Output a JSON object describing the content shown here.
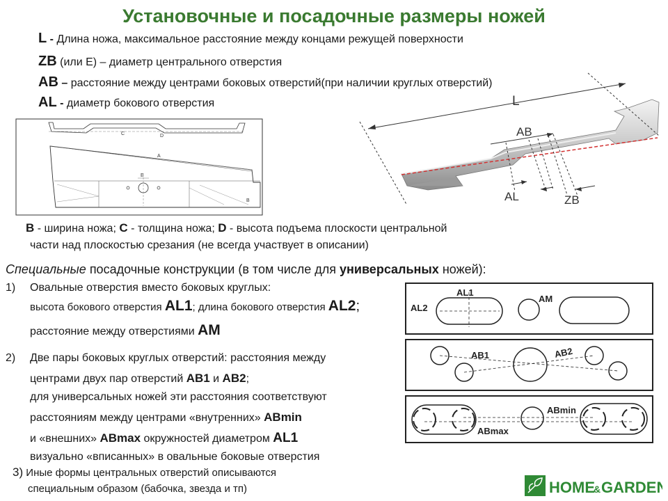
{
  "title": "Установочные и посадочные размеры ножей",
  "definitions": [
    {
      "key": "L",
      "sep": " - ",
      "text": "Длина ножа, максимальное расстояние между концами режущей поверхности"
    },
    {
      "key": "ZB",
      "sep": " (или Е) ",
      "text": "– диаметр центрального отверстия"
    },
    {
      "key": "AB",
      "sep": " – ",
      "text": "расстояние между центрами боковых отверстий(при наличии круглых отверстий)"
    },
    {
      "key": "AL",
      "sep": " - ",
      "text": "диаметр бокового отверстия"
    }
  ],
  "drawing_labels": {
    "c": "C",
    "d": "D",
    "a": "A",
    "e": "E",
    "b": "B"
  },
  "photo_labels": {
    "l": "L",
    "ab": "AB",
    "al": "AL",
    "zb": "ZB"
  },
  "bcd": {
    "b_key": "B",
    "b_text": " - ширина ножа; ",
    "c_key": "C",
    "c_text": " - толщина ножа; ",
    "d_key": "D",
    "d_text": " - высота подъема плоскости центральной",
    "line2": "части над плоскостью срезания (не всегда участвует в описании)"
  },
  "special": {
    "italic": "Специальные",
    "normal": " посадочные конструкции (в том числе для ",
    "bold": "универсальных",
    "end": " ножей):"
  },
  "item1": {
    "num": "1)",
    "line1": "Овальные отверстия вместо боковых круглых:",
    "line2_a": "высота бокового отверстия ",
    "line2_k1": "AL1",
    "line2_b": "; длина бокового отверстия ",
    "line2_k2": "AL2",
    "line2_c": ";",
    "line3_a": "расстояние между отверстиями ",
    "line3_k": "AM"
  },
  "item2": {
    "num": "2)",
    "line1": "Две пары боковых круглых отверстий: расстояния между",
    "line2_a": "центрами двух пар отверстий ",
    "line2_k1": "AB1",
    "line2_b": " и ",
    "line2_k2": "AB2",
    "line2_c": ";",
    "line3": "для универсальных ножей эти расстояния соответствуют",
    "line4_a": "расстояниям между центрами «внутренних» ",
    "line4_k": "ABmin",
    "line5_a": "и «внешних» ",
    "line5_k1": "ABmax",
    "line5_b": " окружностей диаметром ",
    "line5_k2": "AL1",
    "line6": "визуально «вписанных» в овальные боковые отверстия"
  },
  "item3": {
    "num": "3)",
    "line1": " Иные формы центральных отверстий описываются",
    "line2": "специальным образом (бабочка, звезда и тп)"
  },
  "diagram1": {
    "al1": "AL1",
    "al2": "AL2",
    "am": "AM"
  },
  "diagram2": {
    "ab1": "AB1",
    "ab2": "AB2"
  },
  "diagram3": {
    "abmin": "ABmin",
    "abmax": "ABmax"
  },
  "logo": {
    "part1": "HOME",
    "amp": "&",
    "part2": "GARDEN"
  },
  "colors": {
    "title": "#3a7a30",
    "red_line": "#d23030",
    "logo_green": "#2f8a35"
  }
}
